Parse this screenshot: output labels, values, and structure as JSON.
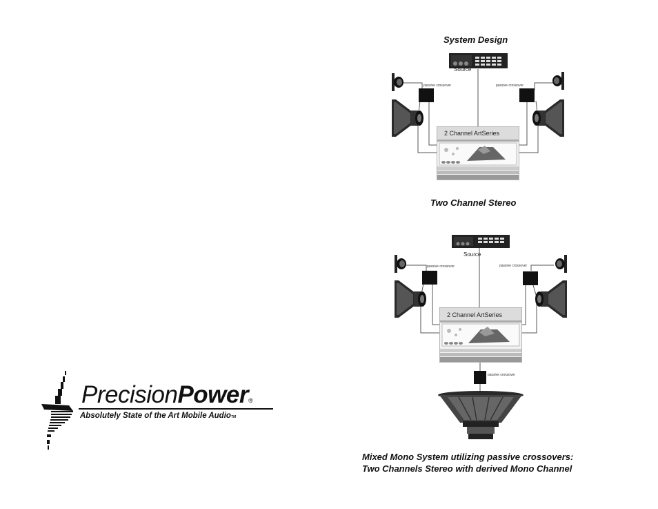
{
  "diagram1": {
    "title": "System Design",
    "source_label": "Source",
    "left_crossover_label": "passive crossover",
    "right_crossover_label": "passive crossover",
    "amp_label": "2 Channel ArtSeries",
    "caption": "Two Channel Stereo"
  },
  "diagram2": {
    "source_label": "Source",
    "left_crossover_label": "passive crossover",
    "right_crossover_label": "passive crossover",
    "amp_label": "2 Channel ArtSeries",
    "sub_crossover_label": "passive crossover",
    "caption_line1": "Mixed Mono System utilizing passive crossovers:",
    "caption_line2": "Two Channels Stereo with derived Mono Channel"
  },
  "logo": {
    "name_regular": "Precision",
    "name_bold": "Power",
    "registered": "®",
    "tagline": "Absolutely State of the Art Mobile Audio",
    "trademark": "TM"
  }
}
